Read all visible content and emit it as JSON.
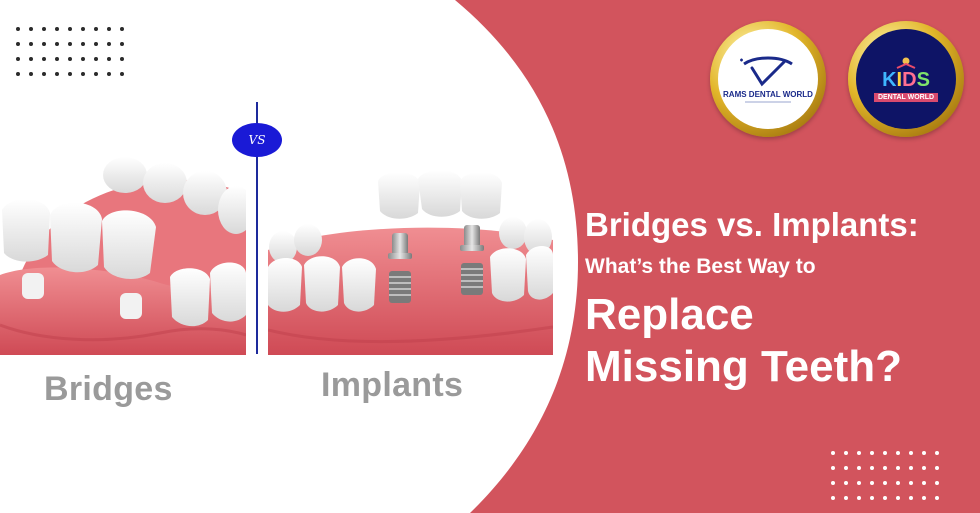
{
  "headline": {
    "line1": "Bridges vs. Implants:",
    "line2": "What’s the Best Way to",
    "line3": "Replace",
    "line4": "Missing Teeth?"
  },
  "comparison": {
    "left_label": "Bridges",
    "right_label": "Implants",
    "badge": "VS"
  },
  "logos": {
    "rams": {
      "name": "RAMS DENTAL WORLD"
    },
    "kids": {
      "letters": [
        "K",
        "I",
        "D",
        "S"
      ],
      "subtitle": "DENTAL WORLD"
    }
  },
  "colors": {
    "brand_red": "#d2545d",
    "divider_blue": "#1d2a9c",
    "badge_blue": "#1a1ad6",
    "caption_gray": "#9a9a9a",
    "gum_pink": "#e0606a",
    "gold": "#e2b62a",
    "kids_navy": "#0e1466"
  },
  "icons": {
    "bridge_illustration": "dental-bridge-illustration",
    "implant_illustration": "dental-implant-illustration",
    "rams_logo": "rams-dental-world-logo",
    "kids_logo": "kids-dental-world-logo",
    "dot_grid": "dot-grid-decoration"
  }
}
